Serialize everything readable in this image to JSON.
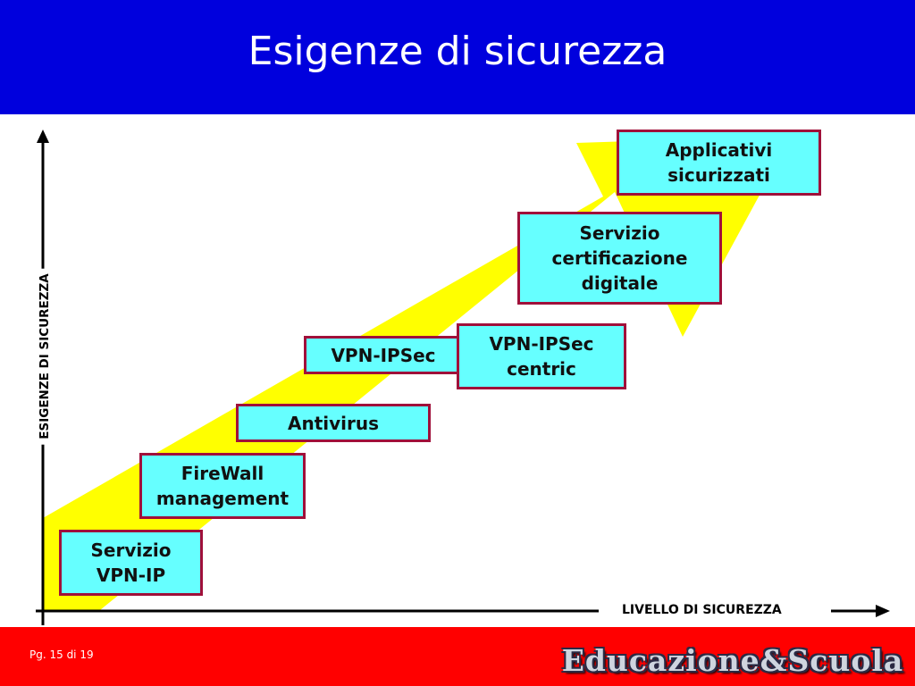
{
  "slide": {
    "title": "Esigenze di sicurezza",
    "page_number": "Pg. 15 di 19",
    "logo_text": "Educazione&Scuola"
  },
  "axes": {
    "y_label": "ESIGENZE DI SICUREZZA",
    "x_label": "LIVELLO DI SICUREZZA"
  },
  "steps": [
    {
      "label": "Servizio\nVPN-IP"
    },
    {
      "label": "FireWall\nmanagement"
    },
    {
      "label": "Antivirus"
    },
    {
      "label": "VPN-IPSec"
    },
    {
      "label": "VPN-IPSec\ncentric"
    },
    {
      "label": "Servizio\ncertificazione\ndigitale"
    },
    {
      "label": "Applicativi\nsicurizzati"
    }
  ],
  "colors": {
    "header": "#0000dd",
    "footer": "#ff0000",
    "arrow": "#ffff00",
    "box_fill": "#66ffff",
    "box_border": "#a0103a"
  }
}
